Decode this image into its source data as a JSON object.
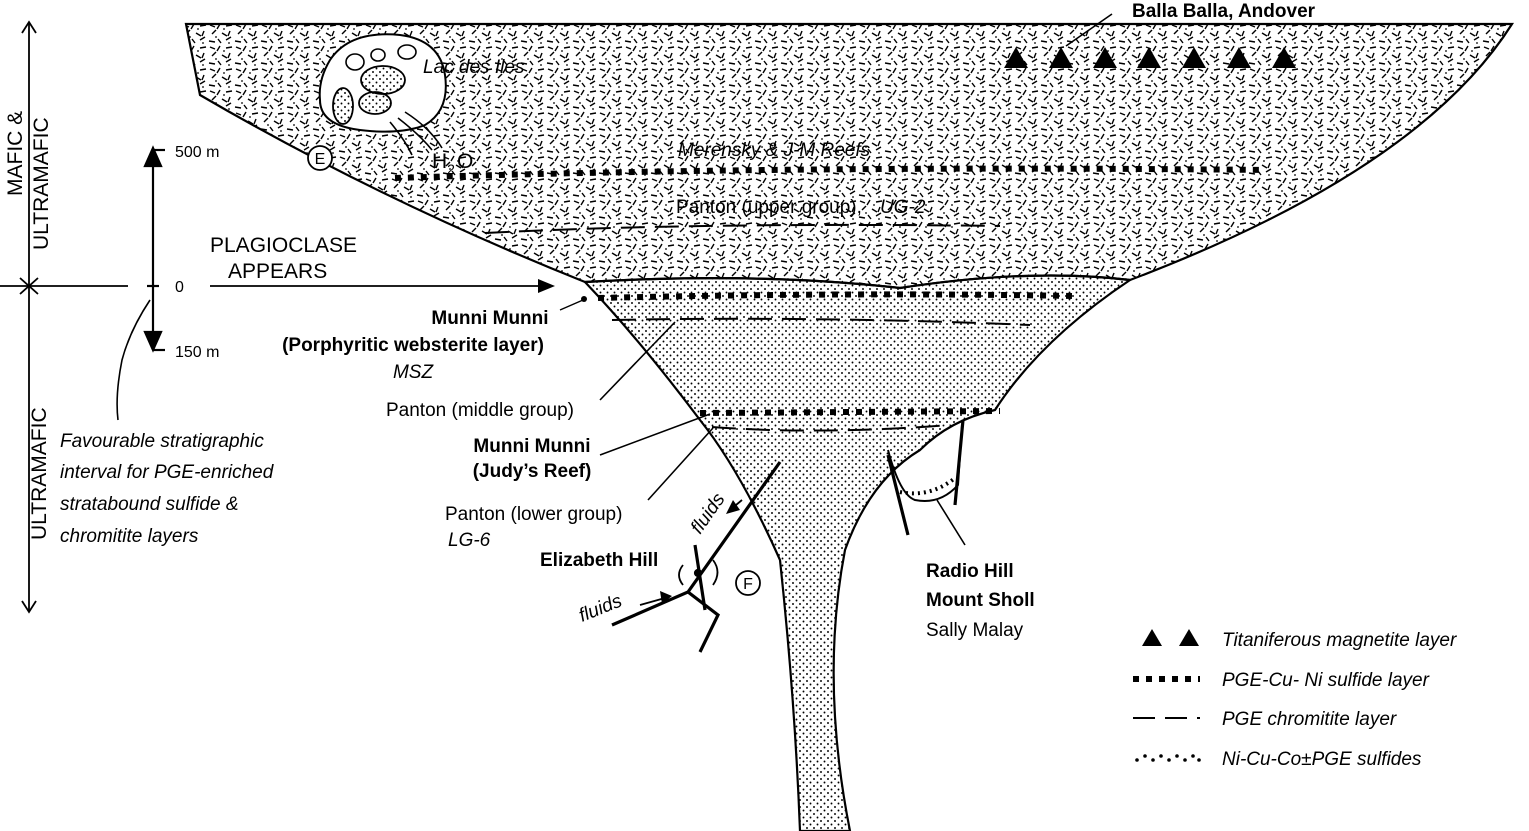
{
  "left_axis": {
    "upper_zone": [
      "MAFIC &",
      "ULTRAMAFIC"
    ],
    "lower_zone": "ULTRAMAFIC"
  },
  "scale": {
    "top": "500 m",
    "zero": "0",
    "bottom": "150 m"
  },
  "favourable_note": [
    "Favourable stratigraphic",
    "interval for PGE-enriched",
    "stratabound sulfide &",
    "chromitite layers"
  ],
  "plagioclase_label": [
    "PLAGIOCLASE",
    "APPEARS"
  ],
  "deposits": {
    "balla_balla": "Balla Balla,  Andover",
    "lac_des_iles": "Lac des Iles",
    "h2o_h": "H",
    "h2o_sub": "2",
    "h2o_o": "O",
    "merensky": "Merensky & J-M Reefs",
    "panton_upper": "Panton (upper group),",
    "ug2": "UG-2",
    "munni_psl_1": "Munni Munni",
    "munni_psl_2": "(Porphyritic websterite layer)",
    "msz": "MSZ",
    "panton_middle": "Panton (middle group)",
    "munni_judy_1": "Munni Munni",
    "munni_judy_2": "(Judy’s Reef)",
    "panton_lower": "Panton (lower group)",
    "lg6": "LG-6",
    "elizabeth_hill": "Elizabeth Hill",
    "fluids_upper": "fluids",
    "fluids_lower": "fluids",
    "radio_hill": "Radio Hill",
    "mount_sholl": "Mount Sholl",
    "sally_malay": "Sally Malay"
  },
  "markers": {
    "e": "E",
    "f": "F"
  },
  "legend": [
    {
      "symbol": "triangles",
      "label": "Titaniferous magnetite layer"
    },
    {
      "symbol": "dots",
      "label": "PGE-Cu- Ni sulfide layer"
    },
    {
      "symbol": "dashes",
      "label": "PGE chromitite layer"
    },
    {
      "symbol": "fine-dots",
      "label": "Ni-Cu-Co±PGE sulfides"
    }
  ]
}
